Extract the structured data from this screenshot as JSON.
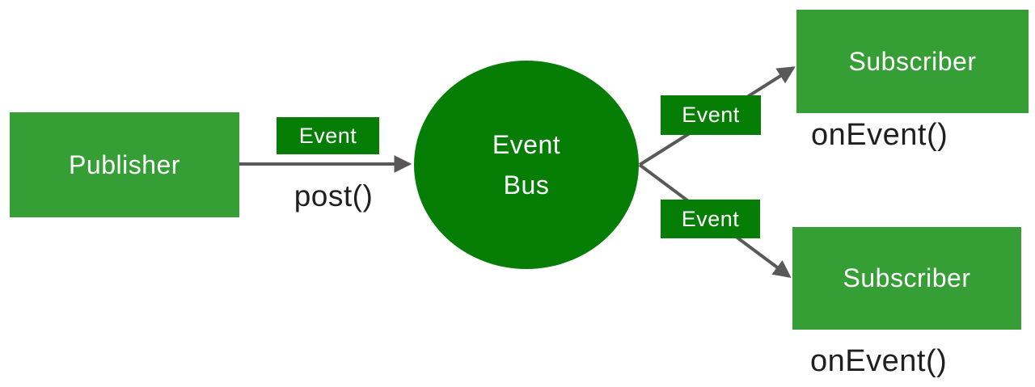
{
  "colors": {
    "node-green": "#359F35",
    "dark-green": "#067E06",
    "arrow-gray": "#595959",
    "method-text": "#1F1F1F",
    "label-white": "#FFFFFF",
    "canvas-bg": "#FFFFFF"
  },
  "publisher": {
    "label": "Publisher",
    "method": "post()"
  },
  "publish_event_badge": "Event",
  "event_bus": {
    "line1": "Event",
    "line2": "Bus"
  },
  "deliveries": [
    {
      "badge": "Event",
      "subscriber": "Subscriber",
      "method": "onEvent()"
    },
    {
      "badge": "Event",
      "subscriber": "Subscriber",
      "method": "onEvent()"
    }
  ]
}
